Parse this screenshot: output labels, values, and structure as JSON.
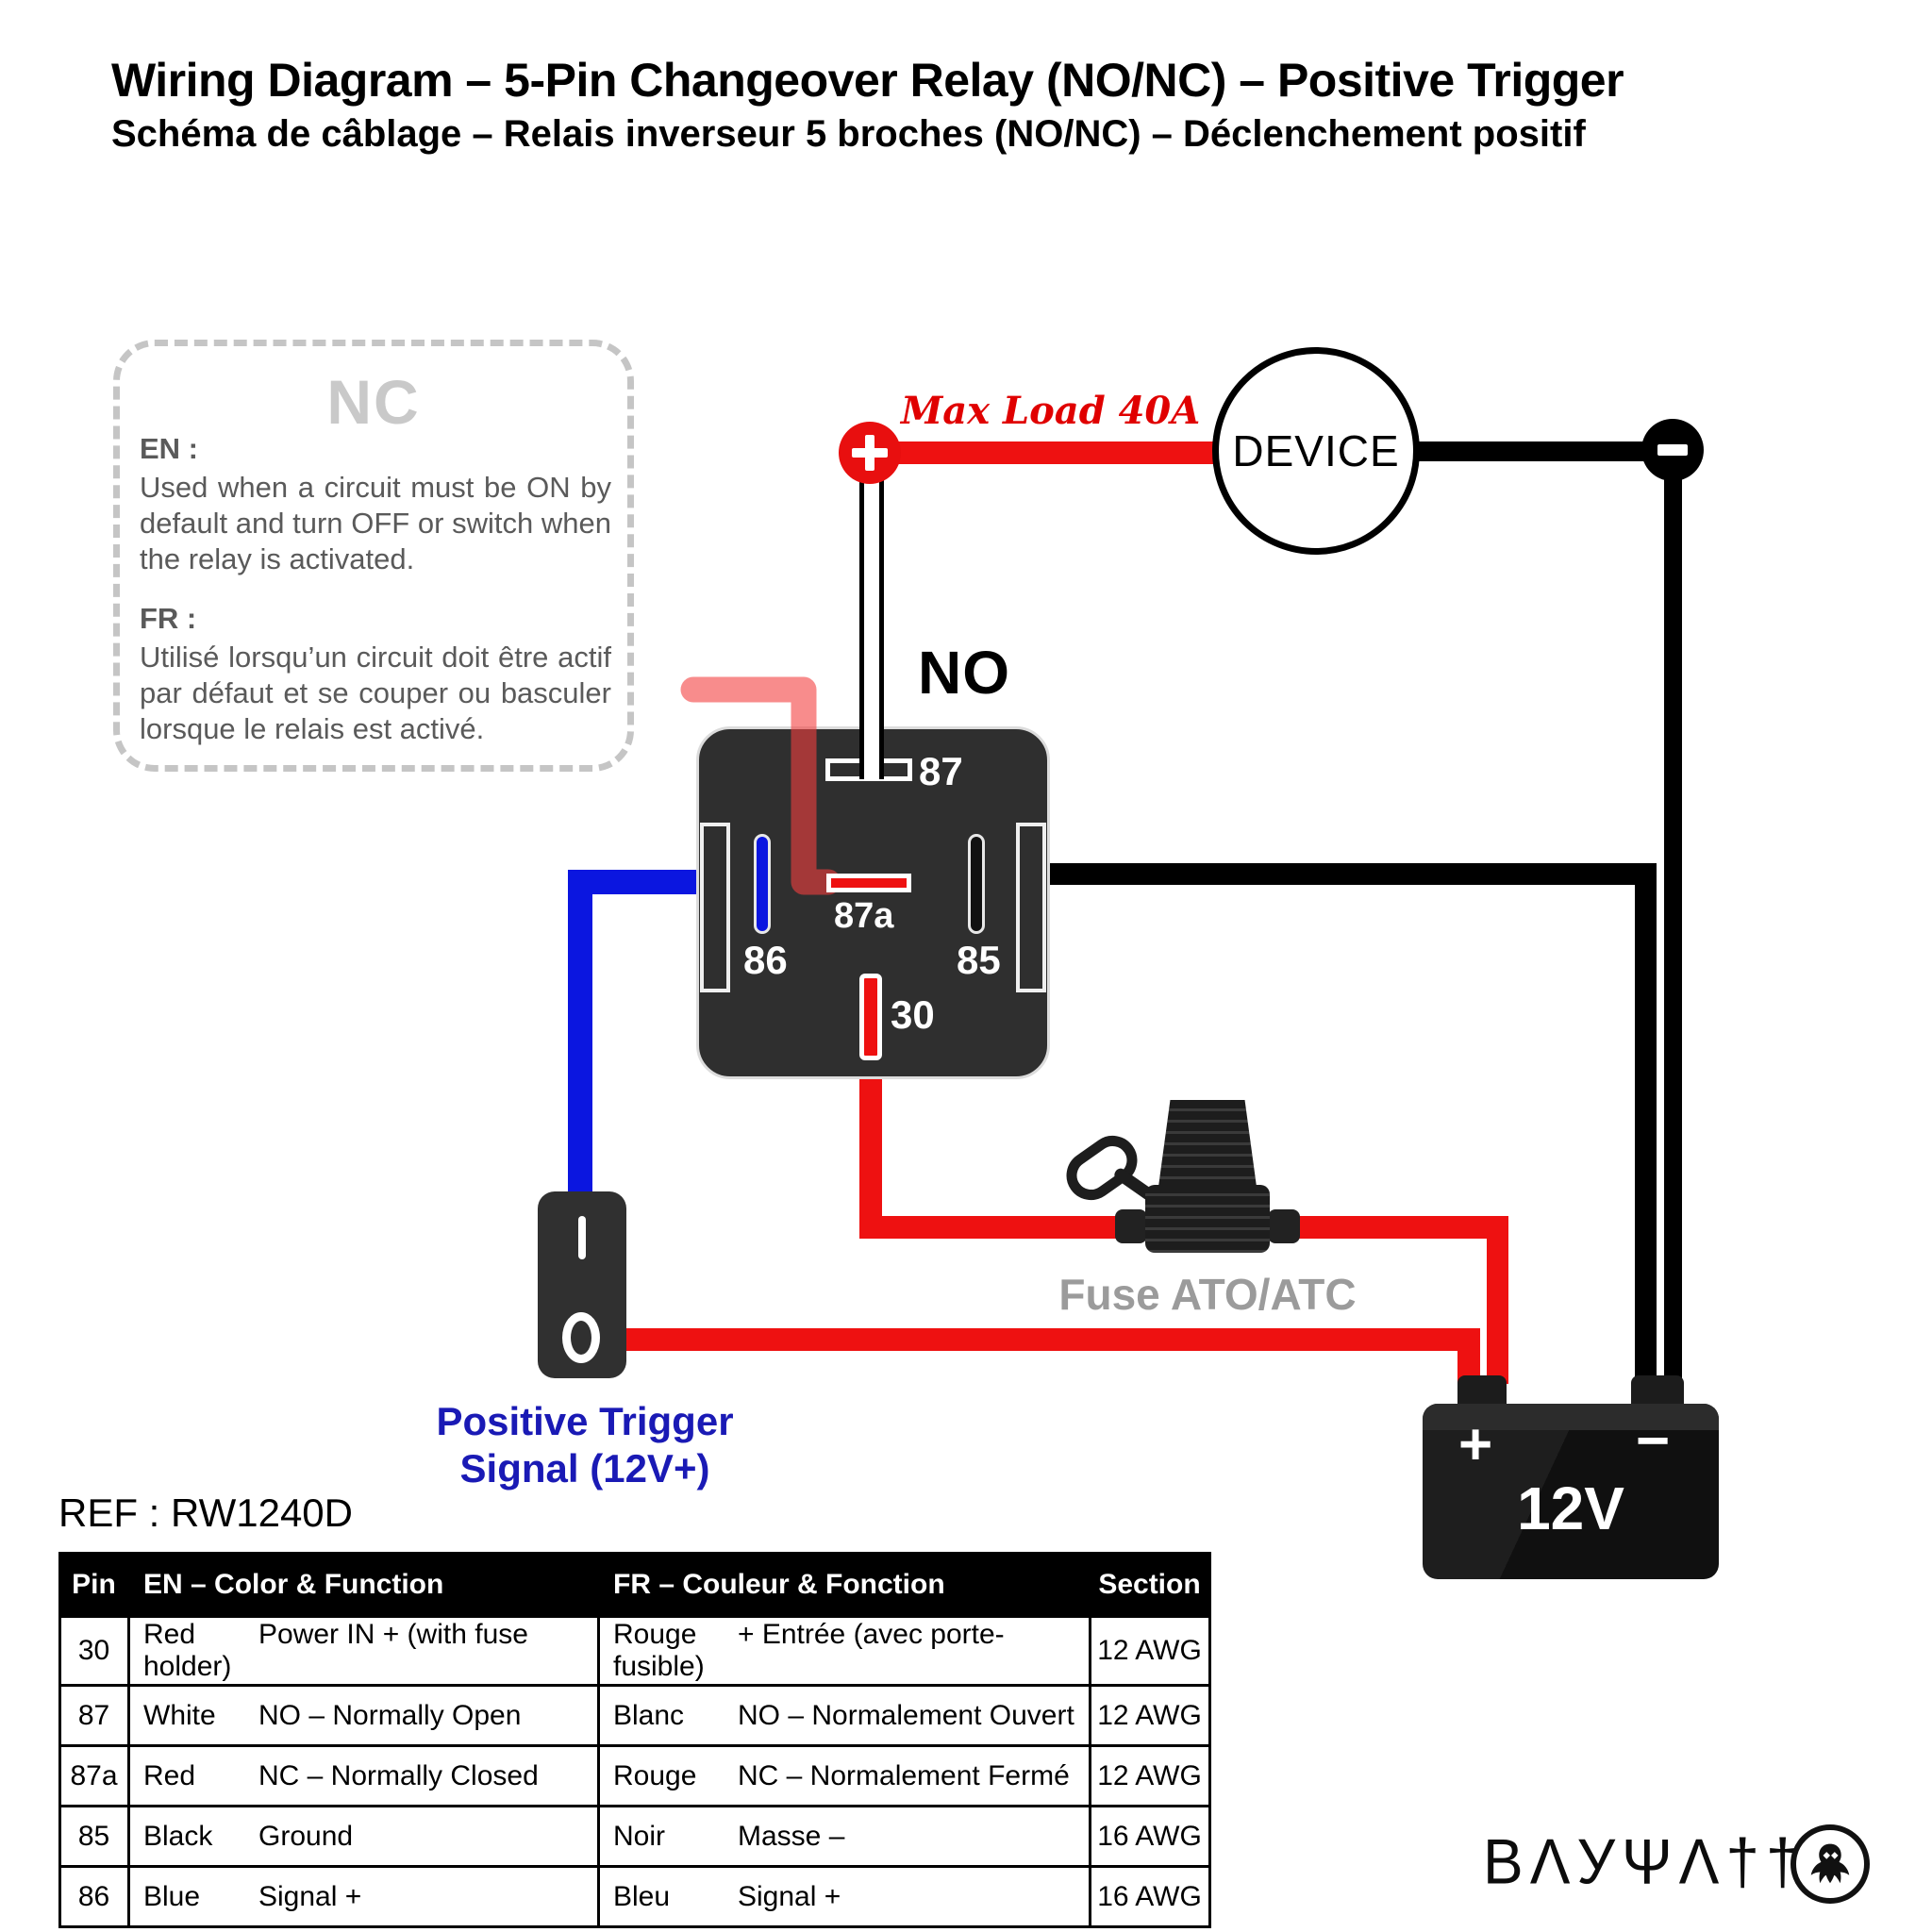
{
  "header": {
    "title_en": "Wiring Diagram – 5-Pin Changeover Relay (NO/NC) – Positive Trigger",
    "title_fr": "Schéma de câblage – Relais inverseur 5 broches (NO/NC) – Déclenchement positif"
  },
  "nc_note": {
    "title": "NC",
    "en_label": "EN :",
    "en_text": "Used when a circuit must be ON by default and turn OFF or switch when the relay is activated.",
    "fr_label": "FR :",
    "fr_text": "Utilisé lorsqu’un circuit doit être actif par défaut et se couper ou basculer lorsque le relais est activé."
  },
  "circuit": {
    "max_load": "Max Load 40A",
    "device_label": "DEVICE",
    "no_label": "NO",
    "plus_symbol": "+",
    "minus_symbol": "−",
    "pins": {
      "p87": "87",
      "p87a": "87a",
      "p86": "86",
      "p85": "85",
      "p30": "30"
    },
    "fuse_label": "Fuse ATO/ATC",
    "trigger_label_line1": "Positive Trigger",
    "trigger_label_line2": "Signal (12V+)",
    "switch": {
      "on": "I",
      "off": "0"
    },
    "battery": {
      "plus": "+",
      "minus": "−",
      "voltage": "12V"
    }
  },
  "ref_label": "REF : RW1240D",
  "table": {
    "headers": [
      "Pin",
      "EN – Color & Function",
      "FR – Couleur & Fonction",
      "Section"
    ],
    "rows": [
      {
        "pin": "30",
        "en_color": "Red",
        "en_function": "Power IN + (with fuse holder)",
        "fr_color": "Rouge",
        "fr_function": "+ Entrée (avec porte-fusible)",
        "section": "12 AWG"
      },
      {
        "pin": "87",
        "en_color": "White",
        "en_function": "NO – Normally Open",
        "fr_color": "Blanc",
        "fr_function": "NO – Normalement Ouvert",
        "section": "12 AWG"
      },
      {
        "pin": "87a",
        "en_color": "Red",
        "en_function": "NC – Normally Closed",
        "fr_color": "Rouge",
        "fr_function": "NC – Normalement Fermé",
        "section": "12 AWG"
      },
      {
        "pin": "85",
        "en_color": "Black",
        "en_function": "Ground",
        "fr_color": "Noir",
        "fr_function": "Masse –",
        "section": "16 AWG"
      },
      {
        "pin": "86",
        "en_color": "Blue",
        "en_function": "Signal +",
        "fr_color": "Bleu",
        "fr_function": "Signal +",
        "section": "16 AWG"
      }
    ]
  },
  "brand": {
    "logo_text": "ΒΛУΨΛ††",
    "logo_icon": "spectre-octopus-icon"
  },
  "colors": {
    "wire_red": "#ee1111",
    "wire_blue": "#0b16e0",
    "wire_black": "#000000",
    "wire_white_no": "#ffffff",
    "wire_nc_pink": "#f37b7b",
    "relay_body": "#2f2f2f",
    "trigger_text": "#1a1ab5",
    "fuse_label_gray": "#9b9b9b",
    "max_load_red": "#e00000",
    "nc_note_gray": "#5a5a5a"
  }
}
